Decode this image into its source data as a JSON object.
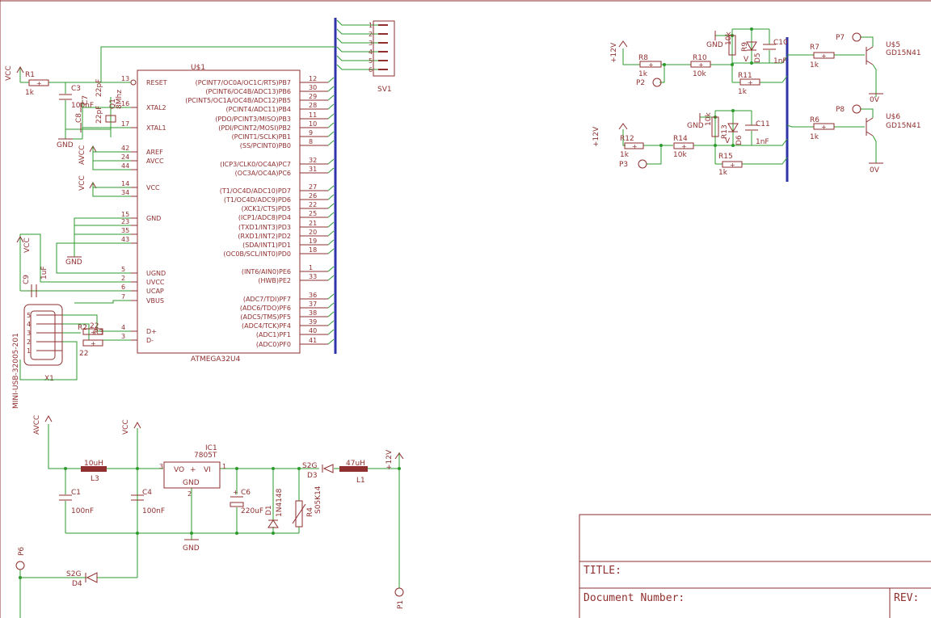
{
  "mcu": {
    "name": "U$1",
    "value": "ATMEGA32U4",
    "left_pins": [
      {
        "num": "13",
        "name": "RESET"
      },
      {
        "num": "16",
        "name": "XTAL2"
      },
      {
        "num": "17",
        "name": "XTAL1"
      },
      {
        "num": "42",
        "name": "AREF"
      },
      {
        "num": "24",
        "name": "AVCC"
      },
      {
        "num": "44",
        "name": ""
      },
      {
        "num": "14",
        "name": "VCC"
      },
      {
        "num": "34",
        "name": ""
      },
      {
        "num": "15",
        "name": "GND"
      },
      {
        "num": "23",
        "name": ""
      },
      {
        "num": "35",
        "name": ""
      },
      {
        "num": "43",
        "name": ""
      },
      {
        "num": "5",
        "name": "UGND"
      },
      {
        "num": "2",
        "name": "UVCC"
      },
      {
        "num": "6",
        "name": "UCAP"
      },
      {
        "num": "7",
        "name": "VBUS"
      },
      {
        "num": "4",
        "name": "D+"
      },
      {
        "num": "3",
        "name": "D-"
      }
    ],
    "right_pins": [
      {
        "num": "12",
        "name": "(PCINT7/OC0A/OC1C/RTS)PB7"
      },
      {
        "num": "30",
        "name": "(PCINT6/OC4B/ADC13)PB6"
      },
      {
        "num": "29",
        "name": "(PCINT5/OC1A/OC4B/ADC12)PB5"
      },
      {
        "num": "28",
        "name": "(PCINT4/ADC11)PB4"
      },
      {
        "num": "11",
        "name": "(PDO/PCINT3/MISO)PB3"
      },
      {
        "num": "10",
        "name": "(PDI/PCINT2/MOSI)PB2"
      },
      {
        "num": "9",
        "name": "(PCINT1/SCLK)PB1"
      },
      {
        "num": "8",
        "name": "(SS/PCINT0)PB0"
      },
      {
        "num": "32",
        "name": "(ICP3/CLK0/OC4A)PC7"
      },
      {
        "num": "31",
        "name": "(OC3A/OC4A)PC6"
      },
      {
        "num": "27",
        "name": "(T1/OC4D/ADC10)PD7"
      },
      {
        "num": "26",
        "name": "(T1/OC4D/ADC9)PD6"
      },
      {
        "num": "22",
        "name": "(XCK1/CTS)PD5"
      },
      {
        "num": "25",
        "name": "(ICP1/ADC8)PD4"
      },
      {
        "num": "21",
        "name": "(TXD1/INT3)PD3"
      },
      {
        "num": "20",
        "name": "(RXD1/INT2)PD2"
      },
      {
        "num": "19",
        "name": "(SDA/INT1)PD1"
      },
      {
        "num": "18",
        "name": "(OC0B/SCL/INT0)PD0"
      },
      {
        "num": "1",
        "name": "(INT6/AIN0)PE6"
      },
      {
        "num": "33",
        "name": "(HWB)PE2"
      },
      {
        "num": "36",
        "name": "(ADC7/TDI)PF7"
      },
      {
        "num": "37",
        "name": "(ADC6/TDO)PF6"
      },
      {
        "num": "38",
        "name": "(ADC5/TMS)PF5"
      },
      {
        "num": "39",
        "name": "(ADC4/TCK)PF4"
      },
      {
        "num": "40",
        "name": "(ADC1)PF1"
      },
      {
        "num": "41",
        "name": "(ADC0)PF0"
      }
    ]
  },
  "header": {
    "name": "SV1",
    "pins": [
      "1",
      "2",
      "3",
      "4",
      "5",
      "6"
    ]
  },
  "left_section": {
    "vcc": "VCC",
    "avcc": "AVCC",
    "gnd": "GND",
    "r1": "R1",
    "r1_val": "1k",
    "c3": "C3",
    "c3_val": "100nF",
    "c7": "C7",
    "c7_val": "22pF",
    "c8": "C8",
    "c8_val": "22pF",
    "q1": "Q1",
    "q1_val": "8Mhz",
    "c9": "C9",
    "c9_val": "1uF",
    "r2": "R2",
    "r2_val": "22",
    "r3": "R3",
    "r3_val": "22",
    "usb_name": "X1",
    "usb_value": "MINI-USB-32005-201",
    "usb_pins": [
      "5",
      "4",
      "3",
      "2",
      "1"
    ]
  },
  "power": {
    "avcc": "AVCC",
    "vcc": "VCC",
    "gnd": "GND",
    "v12": "+12V",
    "l3": "L3",
    "l3_val": "10uH",
    "l1": "L1",
    "l1_val": "47uH",
    "c1": "C1",
    "c1_val": "100nF",
    "c4": "C4",
    "c4_val": "100nF",
    "c6": "C6",
    "c6_val": "220uF",
    "ic1": "IC1",
    "ic1_val": "7805T",
    "ic1_vo": "VO",
    "ic1_vi": "VI",
    "ic1_gnd": "GND",
    "ic1_plus": "+",
    "ic1_p3": "3",
    "ic1_p1": "1",
    "ic1_p2": "2",
    "d1": "D1",
    "d1_val": "1N4148",
    "d3": "D3",
    "d3_val": "S2G",
    "d4": "D4",
    "d4_val": "S2G",
    "r4": "R4",
    "r4_val": "S05K14",
    "p6": "P6",
    "p1": "P1"
  },
  "right_circuit": {
    "v12": "+12V",
    "gnd": "GND",
    "zero_v": "0V",
    "v_label": "V",
    "r8": "R8",
    "r8_val": "1k",
    "r10": "R10",
    "r10_val": "10k",
    "r9": "R9",
    "r9_val": "10k",
    "r11": "R11",
    "r11_val": "1k",
    "d5": "D5",
    "c10": "C10",
    "c10_val": "1nF",
    "p2": "P2",
    "r12": "R12",
    "r12_val": "1k",
    "r14": "R14",
    "r14_val": "10k",
    "r13": "R13",
    "r13_val": "10k",
    "r15": "R15",
    "r15_val": "1k",
    "d6": "D6",
    "c11": "C11",
    "c11_val": "1nF",
    "p3": "P3",
    "r7": "R7",
    "r7_val": "1k",
    "r6": "R6",
    "r6_val": "1k",
    "u5": "U$5",
    "u5_val": "GD15N41",
    "u6": "U$6",
    "u6_val": "GD15N41",
    "p7": "P7",
    "p8": "P8"
  },
  "title_block": {
    "title": "TITLE:",
    "doc_number": "Document Number:",
    "rev": "REV:"
  }
}
